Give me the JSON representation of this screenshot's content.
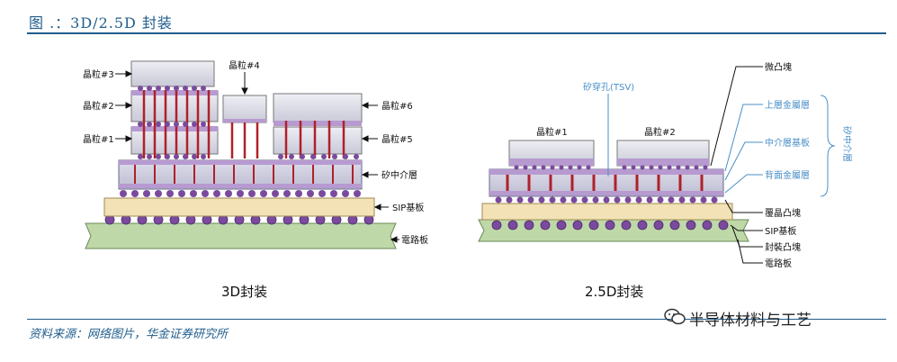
{
  "header": {
    "title": "图    .：3D/2.5D 封装"
  },
  "diagram_3d": {
    "caption": "3D封装",
    "labels": {
      "die3": "晶粒#3",
      "die2": "晶粒#2",
      "die1": "晶粒#1",
      "die4": "晶粒#4",
      "die6": "晶粒#6",
      "die5": "晶粒#5",
      "interposer": "矽中介層",
      "sip": "SIP基板",
      "pcb": "電路板"
    }
  },
  "diagram_25d": {
    "caption": "2.5D封装",
    "labels": {
      "tsv": "矽穿孔(TSV)",
      "die1": "晶粒#1",
      "die2": "晶粒#2",
      "microbump": "微凸塊",
      "upper_metal": "上層金屬層",
      "interposer_substrate": "中介層基板",
      "back_metal": "背面金屬層",
      "si_interposer": "矽中介層",
      "flipchip_bump": "覆晶凸塊",
      "sip": "SIP基板",
      "package_bump": "封裝凸塊",
      "pcb": "電路板"
    }
  },
  "footer": {
    "source": "资料来源：网络图片，华金证券研究所",
    "watermark": "半导体材料与工艺"
  },
  "colors": {
    "brand_blue": "#1f5d8c",
    "tsv_red": "#b0202a",
    "bump_purple": "#6a3d8f",
    "sip_tan": "#f2e2b6",
    "pcb_green": "#bfd8a8",
    "label_blue": "#4a8fc8"
  }
}
